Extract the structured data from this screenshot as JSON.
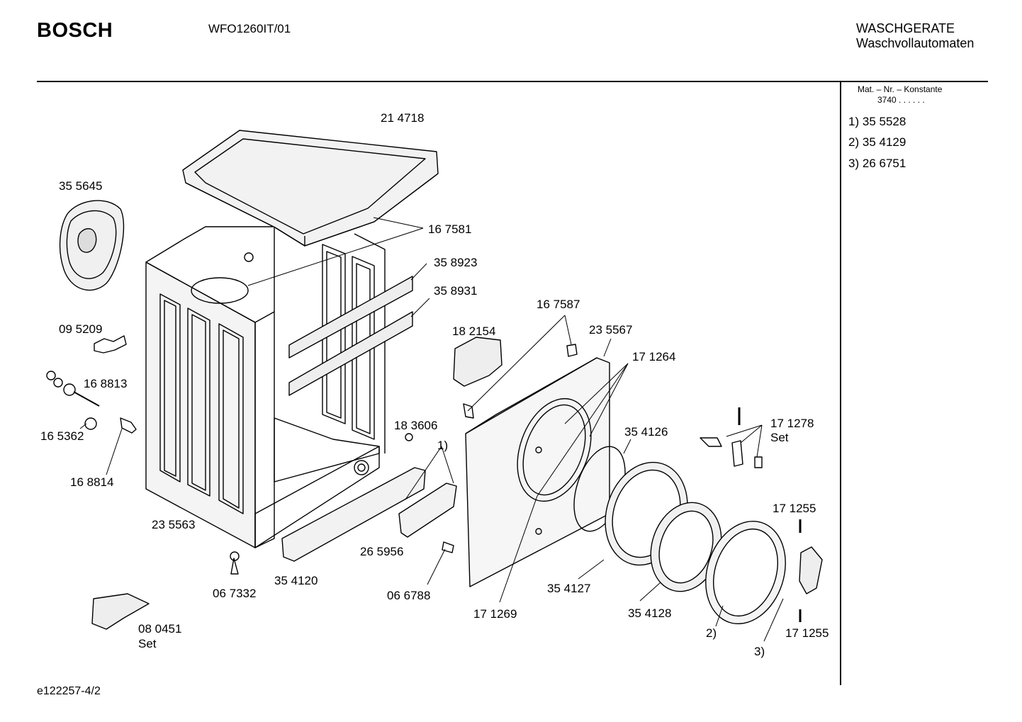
{
  "header": {
    "brand": "BOSCH",
    "model": "WFO1260IT/01",
    "category_line1": "WASCHGERATE",
    "category_line2": "Waschvollautomaten"
  },
  "side_panel": {
    "mat_nr_label": "Mat. – Nr. – Konstante",
    "mat_nr_value": "3740 . . . . . .",
    "legend": [
      {
        "key": "1)",
        "part": "35 5528"
      },
      {
        "key": "2)",
        "part": "35 4129"
      },
      {
        "key": "3)",
        "part": "26 6751"
      }
    ]
  },
  "footer": {
    "doc_id": "e122257-4/2"
  },
  "part_labels": {
    "top_cover": "21 4718",
    "rear_panel": "35 5645",
    "clip_a": "16 7581",
    "rail_upper": "35 8923",
    "rail_lower": "35 8931",
    "clamp": "09 5209",
    "bolt_a": "16 8813",
    "cap": "16 5362",
    "bolt_b": "16 8814",
    "housing": "23 5563",
    "plug": "18 3606",
    "ref1": "1)",
    "front_strip": "26 5956",
    "plinth": "35 4120",
    "foot": "06 7332",
    "bracket": "08 0451",
    "bracket_set": "Set",
    "switch": "06 6788",
    "door_lock": "18 2154",
    "clip_b": "16 7587",
    "front_panel": "23 5567",
    "spring": "17 1264",
    "front_parts": "17 1269",
    "gasket_ring": "35 4126",
    "inner_frame": "35 4127",
    "door_glass": "35 4128",
    "hinge": "17 1278",
    "hinge_set": "Set",
    "handle_top": "17 1255",
    "handle_bottom": "17 1255",
    "ref2": "2)",
    "ref3": "3)"
  }
}
